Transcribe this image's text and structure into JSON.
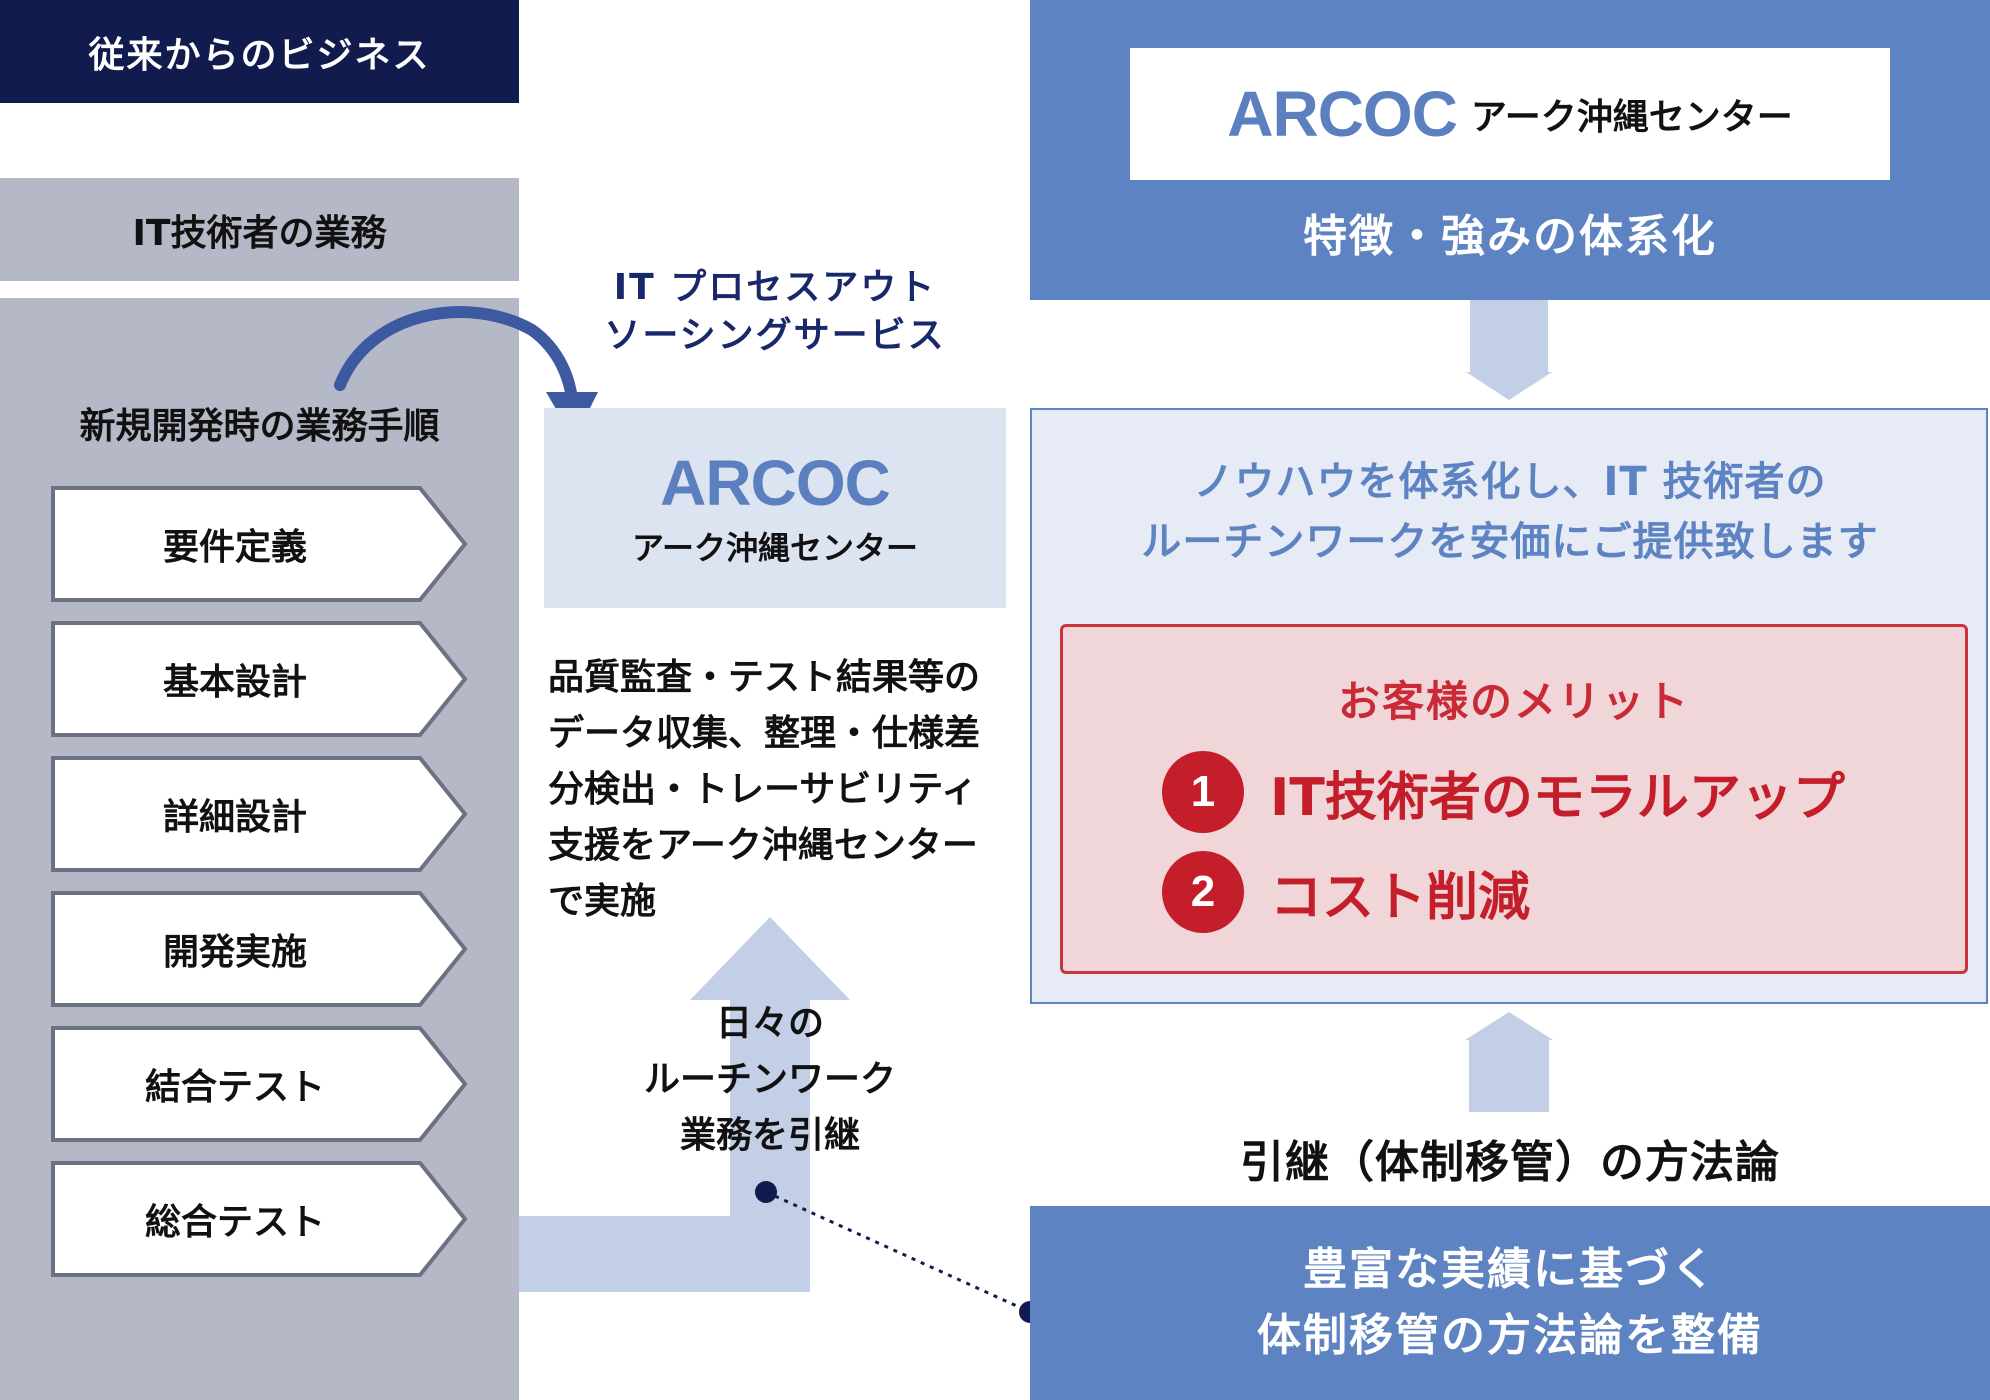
{
  "left": {
    "legacy_title": "従来からのビジネス",
    "it_duties": "IT技術者の業務",
    "process_title": "新規開発時の業務手順",
    "steps": [
      "要件定義",
      "基本設計",
      "詳細設計",
      "開発実施",
      "結合テスト",
      "総合テスト"
    ]
  },
  "center": {
    "service_line1": "IT プロセスアウト",
    "service_line2": "ソーシングサービス",
    "arcoc_logo": "ARCOC",
    "arcoc_sub": "アーク沖縄センター",
    "desc_lines": [
      "品質監査・テスト結果等の",
      "データ収集、整理・仕様差",
      "分検出・トレーサビリティ",
      "支援をアーク沖縄センター",
      "で実施"
    ],
    "handover_lines": [
      "日々の",
      "ルーチンワーク",
      "業務を引継"
    ]
  },
  "right": {
    "header_logo": "ARCOC",
    "header_sub": "アーク沖縄センター",
    "features": "特徴・強みの体系化",
    "value_line1": "ノウハウを体系化し、IT 技術者の",
    "value_line2": "ルーチンワークを安価にご提供致します",
    "merit_title": "お客様のメリット",
    "merits": [
      {
        "num": "1",
        "text": "IT技術者のモラルアップ"
      },
      {
        "num": "2",
        "text": "コスト削減"
      }
    ],
    "method_label": "引継（体制移管）の方法論",
    "method_line1": "豊富な実績に基づく",
    "method_line2": "体制移管の方法論を整備"
  },
  "colors": {
    "navy": "#121b4d",
    "gray_panel": "#b4b8c7",
    "blue": "#5d83c2",
    "light_blue": "#dde4f1",
    "arrow_blue": "#c3cfe6",
    "red": "#c41e2a",
    "pink": "#f1d6d9"
  }
}
